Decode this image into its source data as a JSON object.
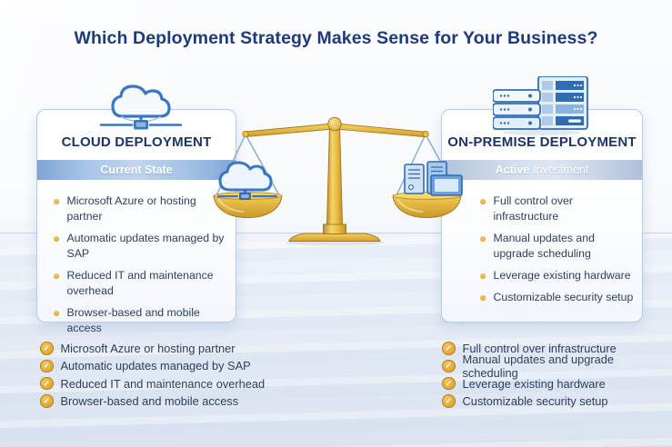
{
  "title": "Which Deployment Strategy Makes Sense for Your Business?",
  "colors": {
    "title_navy": "#1e3a7a",
    "heading_navy": "#1d3562",
    "body_text": "#2f3e5c",
    "bullet_gold": "#e2a93c",
    "check_gold": "#d99c28",
    "icon_blue": "#3b77c0",
    "icon_blue_dark": "#2f6cb4",
    "banner_left_blue": "#8cb0dd",
    "banner_right_silver": "#cdd9ea",
    "card_border": "#b5cbe4",
    "scale_gold": "#e8b83c",
    "scale_gold_dark": "#a87a20"
  },
  "icons": {
    "cloud_network": "cloud-network-icon",
    "server_rack": "server-rack-icon",
    "balance_scale": "balance-scale-icon",
    "bullet_dot": "bullet-dot-icon",
    "check": "check-icon",
    "check_glyph": "✓"
  },
  "left_card": {
    "title": "CLOUD DEPLOYMENT",
    "banner": {
      "bold": "Current State",
      "regular": ""
    },
    "bullets": [
      "Microsoft Azure or hosting partner",
      "Automatic updates managed by SAP",
      "Reduced IT and maintenance overhead",
      "Browser-based and mobile access"
    ]
  },
  "right_card": {
    "title": "ON-PREMISE DEPLOYMENT",
    "banner": {
      "bold": "Active",
      "regular": "Investment"
    },
    "bullets": [
      "Full control over infrastructure",
      "Manual updates and upgrade scheduling",
      "Leverage existing hardware",
      "Customizable security setup"
    ]
  },
  "bottom_left_list": {
    "items": [
      "Microsoft Azure or hosting partner",
      "Automatic updates managed by SAP",
      "Reduced IT and maintenance overhead",
      "Browser-based and mobile access"
    ]
  },
  "bottom_right_list": {
    "items": [
      "Full control over infrastructure",
      "Manual updates and upgrade scheduling",
      "Leverage existing hardware",
      "Customizable security setup"
    ]
  }
}
